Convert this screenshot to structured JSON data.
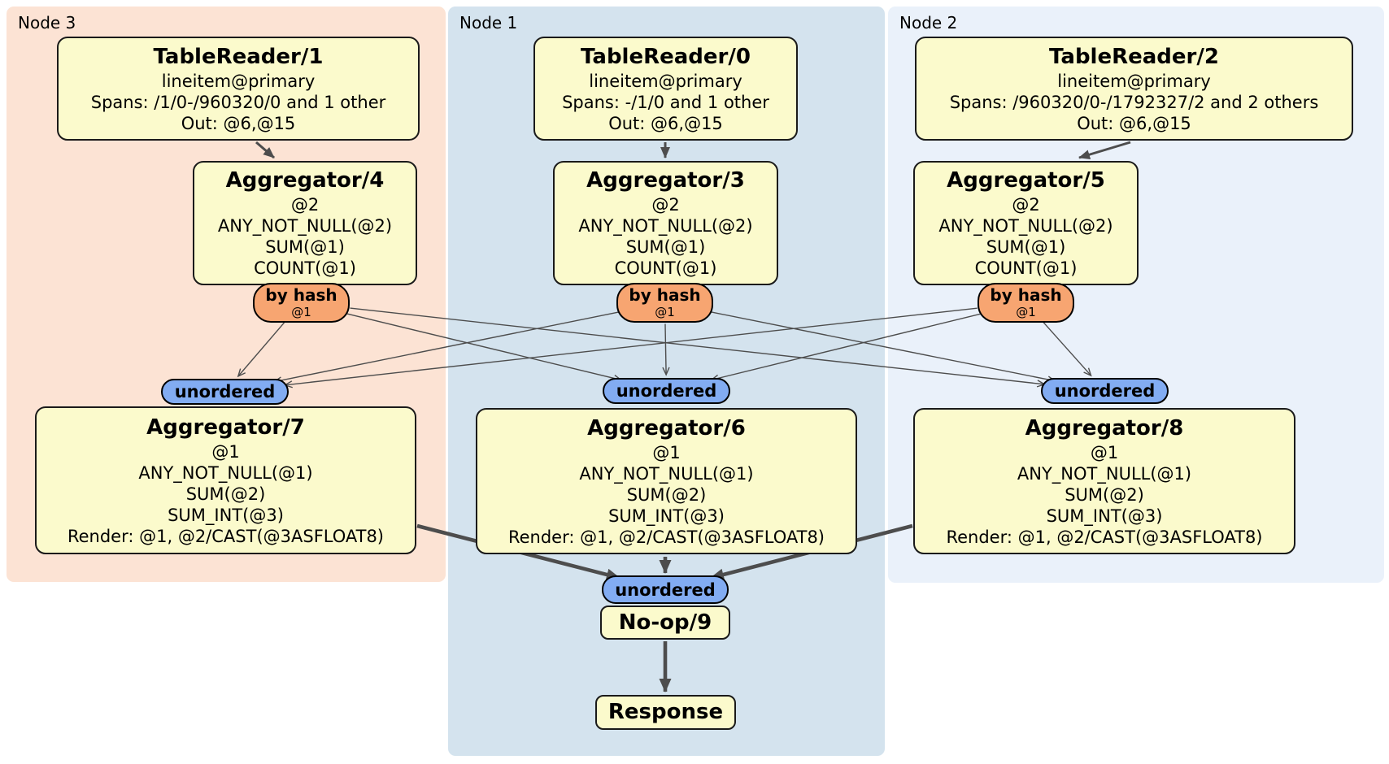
{
  "diagram": {
    "groups": {
      "node3": {
        "label": "Node 3"
      },
      "node1": {
        "label": "Node 1"
      },
      "node2": {
        "label": "Node 2"
      }
    },
    "nodes": {
      "tr1": {
        "title": "TableReader/1",
        "lines": [
          "lineitem@primary",
          "Spans: /1/0-/960320/0 and 1 other",
          "Out: @6,@15"
        ]
      },
      "tr0": {
        "title": "TableReader/0",
        "lines": [
          "lineitem@primary",
          "Spans: -/1/0 and 1 other",
          "Out: @6,@15"
        ]
      },
      "tr2": {
        "title": "TableReader/2",
        "lines": [
          "lineitem@primary",
          "Spans: /960320/0-/1792327/2 and 2 others",
          "Out: @6,@15"
        ]
      },
      "agg4": {
        "title": "Aggregator/4",
        "lines": [
          "@2",
          "ANY_NOT_NULL(@2)",
          "SUM(@1)",
          "COUNT(@1)"
        ]
      },
      "agg3": {
        "title": "Aggregator/3",
        "lines": [
          "@2",
          "ANY_NOT_NULL(@2)",
          "SUM(@1)",
          "COUNT(@1)"
        ]
      },
      "agg5": {
        "title": "Aggregator/5",
        "lines": [
          "@2",
          "ANY_NOT_NULL(@2)",
          "SUM(@1)",
          "COUNT(@1)"
        ]
      },
      "agg7": {
        "title": "Aggregator/7",
        "lines": [
          "@1",
          "ANY_NOT_NULL(@1)",
          "SUM(@2)",
          "SUM_INT(@3)",
          "Render: @1, @2/CAST(@3ASFLOAT8)"
        ]
      },
      "agg6": {
        "title": "Aggregator/6",
        "lines": [
          "@1",
          "ANY_NOT_NULL(@1)",
          "SUM(@2)",
          "SUM_INT(@3)",
          "Render: @1, @2/CAST(@3ASFLOAT8)"
        ]
      },
      "agg8": {
        "title": "Aggregator/8",
        "lines": [
          "@1",
          "ANY_NOT_NULL(@1)",
          "SUM(@2)",
          "SUM_INT(@3)",
          "Render: @1, @2/CAST(@3ASFLOAT8)"
        ]
      },
      "noop": {
        "title": "No-op/9"
      },
      "response": {
        "title": "Response"
      }
    },
    "routers": {
      "r4": {
        "label": "by hash",
        "key": "@1"
      },
      "r3": {
        "label": "by hash",
        "key": "@1"
      },
      "r5": {
        "label": "by hash",
        "key": "@1"
      }
    },
    "streams": {
      "u7": {
        "label": "unordered"
      },
      "u6": {
        "label": "unordered"
      },
      "u8": {
        "label": "unordered"
      },
      "ufinal": {
        "label": "unordered"
      }
    },
    "colors": {
      "panel_node3": "#fce3d4",
      "panel_node1": "#d4e3ee",
      "panel_node2": "#eaf1fa",
      "node_fill": "#fbfacc",
      "router_fill": "#f7a571",
      "stream_fill": "#82acf2",
      "edge": "#4d4d4d"
    }
  }
}
